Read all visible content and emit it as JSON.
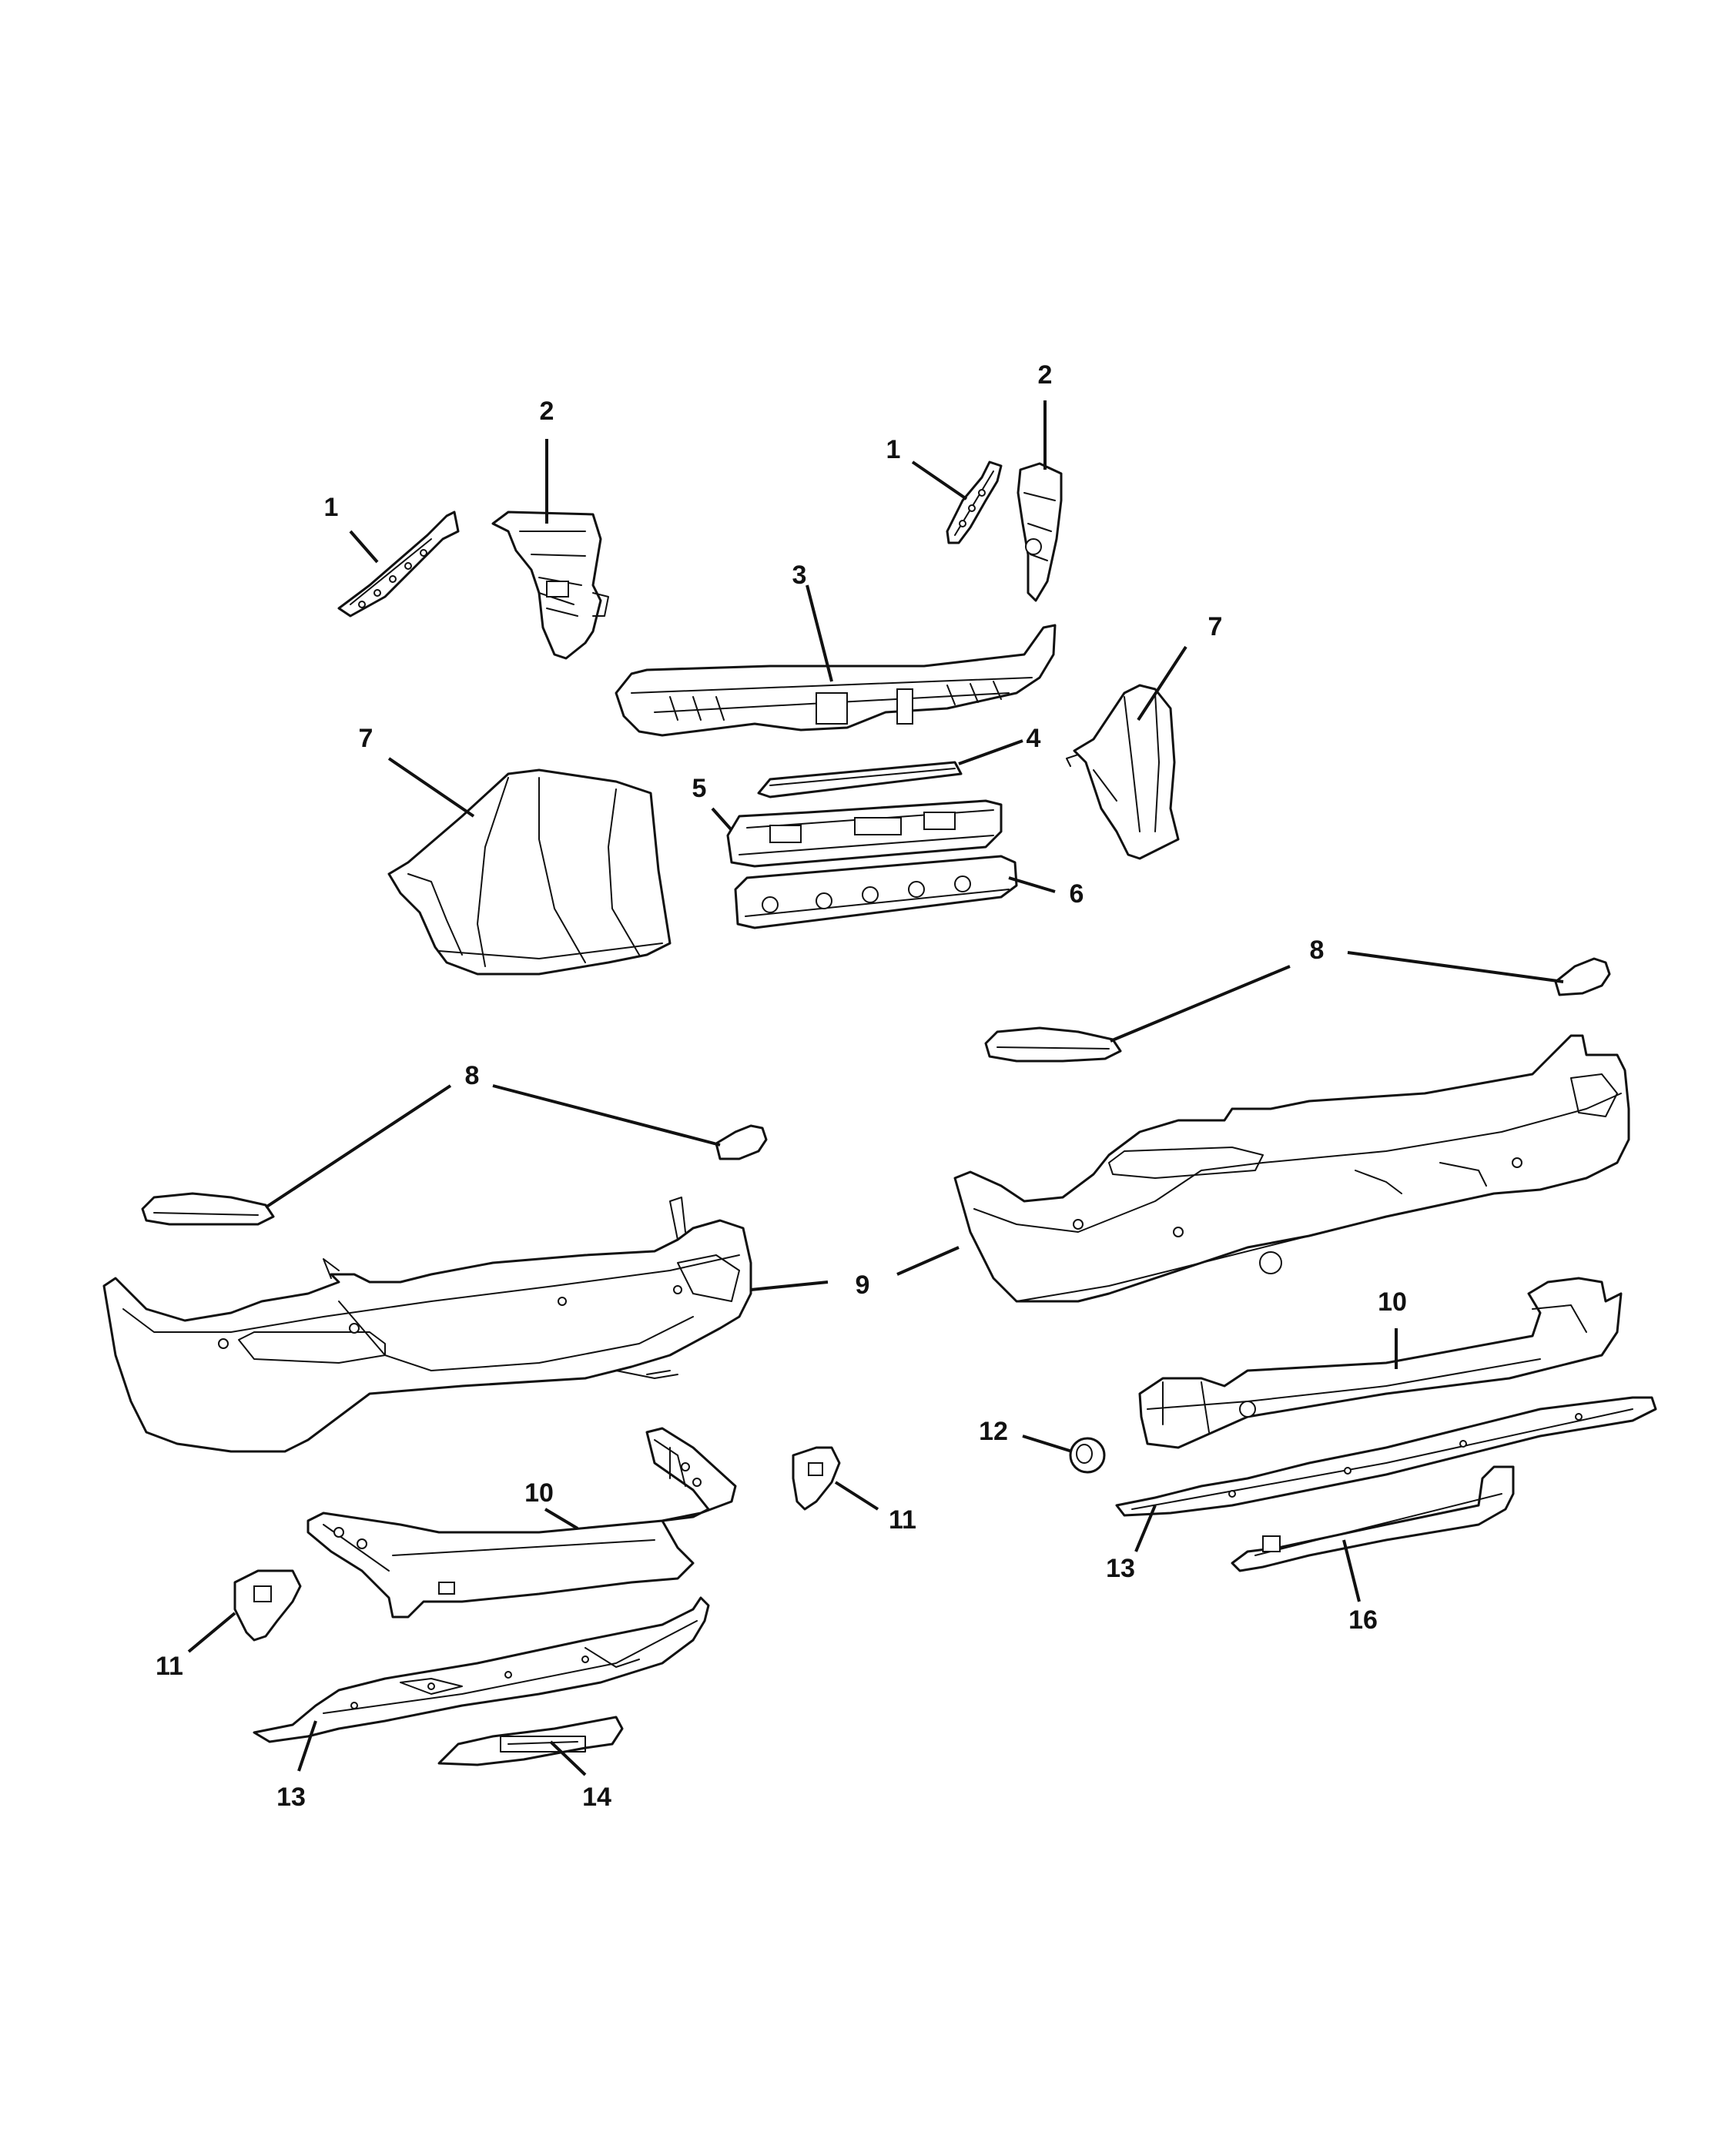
{
  "callouts": [
    {
      "id": "c1a",
      "label": "1"
    },
    {
      "id": "c1b",
      "label": "1"
    },
    {
      "id": "c2a",
      "label": "2"
    },
    {
      "id": "c2b",
      "label": "2"
    },
    {
      "id": "c3",
      "label": "3"
    },
    {
      "id": "c4",
      "label": "4"
    },
    {
      "id": "c5",
      "label": "5"
    },
    {
      "id": "c6",
      "label": "6"
    },
    {
      "id": "c7a",
      "label": "7"
    },
    {
      "id": "c7b",
      "label": "7"
    },
    {
      "id": "c8a",
      "label": "8"
    },
    {
      "id": "c8b",
      "label": "8"
    },
    {
      "id": "c9",
      "label": "9"
    },
    {
      "id": "c10a",
      "label": "10"
    },
    {
      "id": "c10b",
      "label": "10"
    },
    {
      "id": "c11a",
      "label": "11"
    },
    {
      "id": "c11b",
      "label": "11"
    },
    {
      "id": "c12",
      "label": "12"
    },
    {
      "id": "c13a",
      "label": "13"
    },
    {
      "id": "c13b",
      "label": "13"
    },
    {
      "id": "c14",
      "label": "14"
    },
    {
      "id": "c16",
      "label": "16"
    }
  ]
}
